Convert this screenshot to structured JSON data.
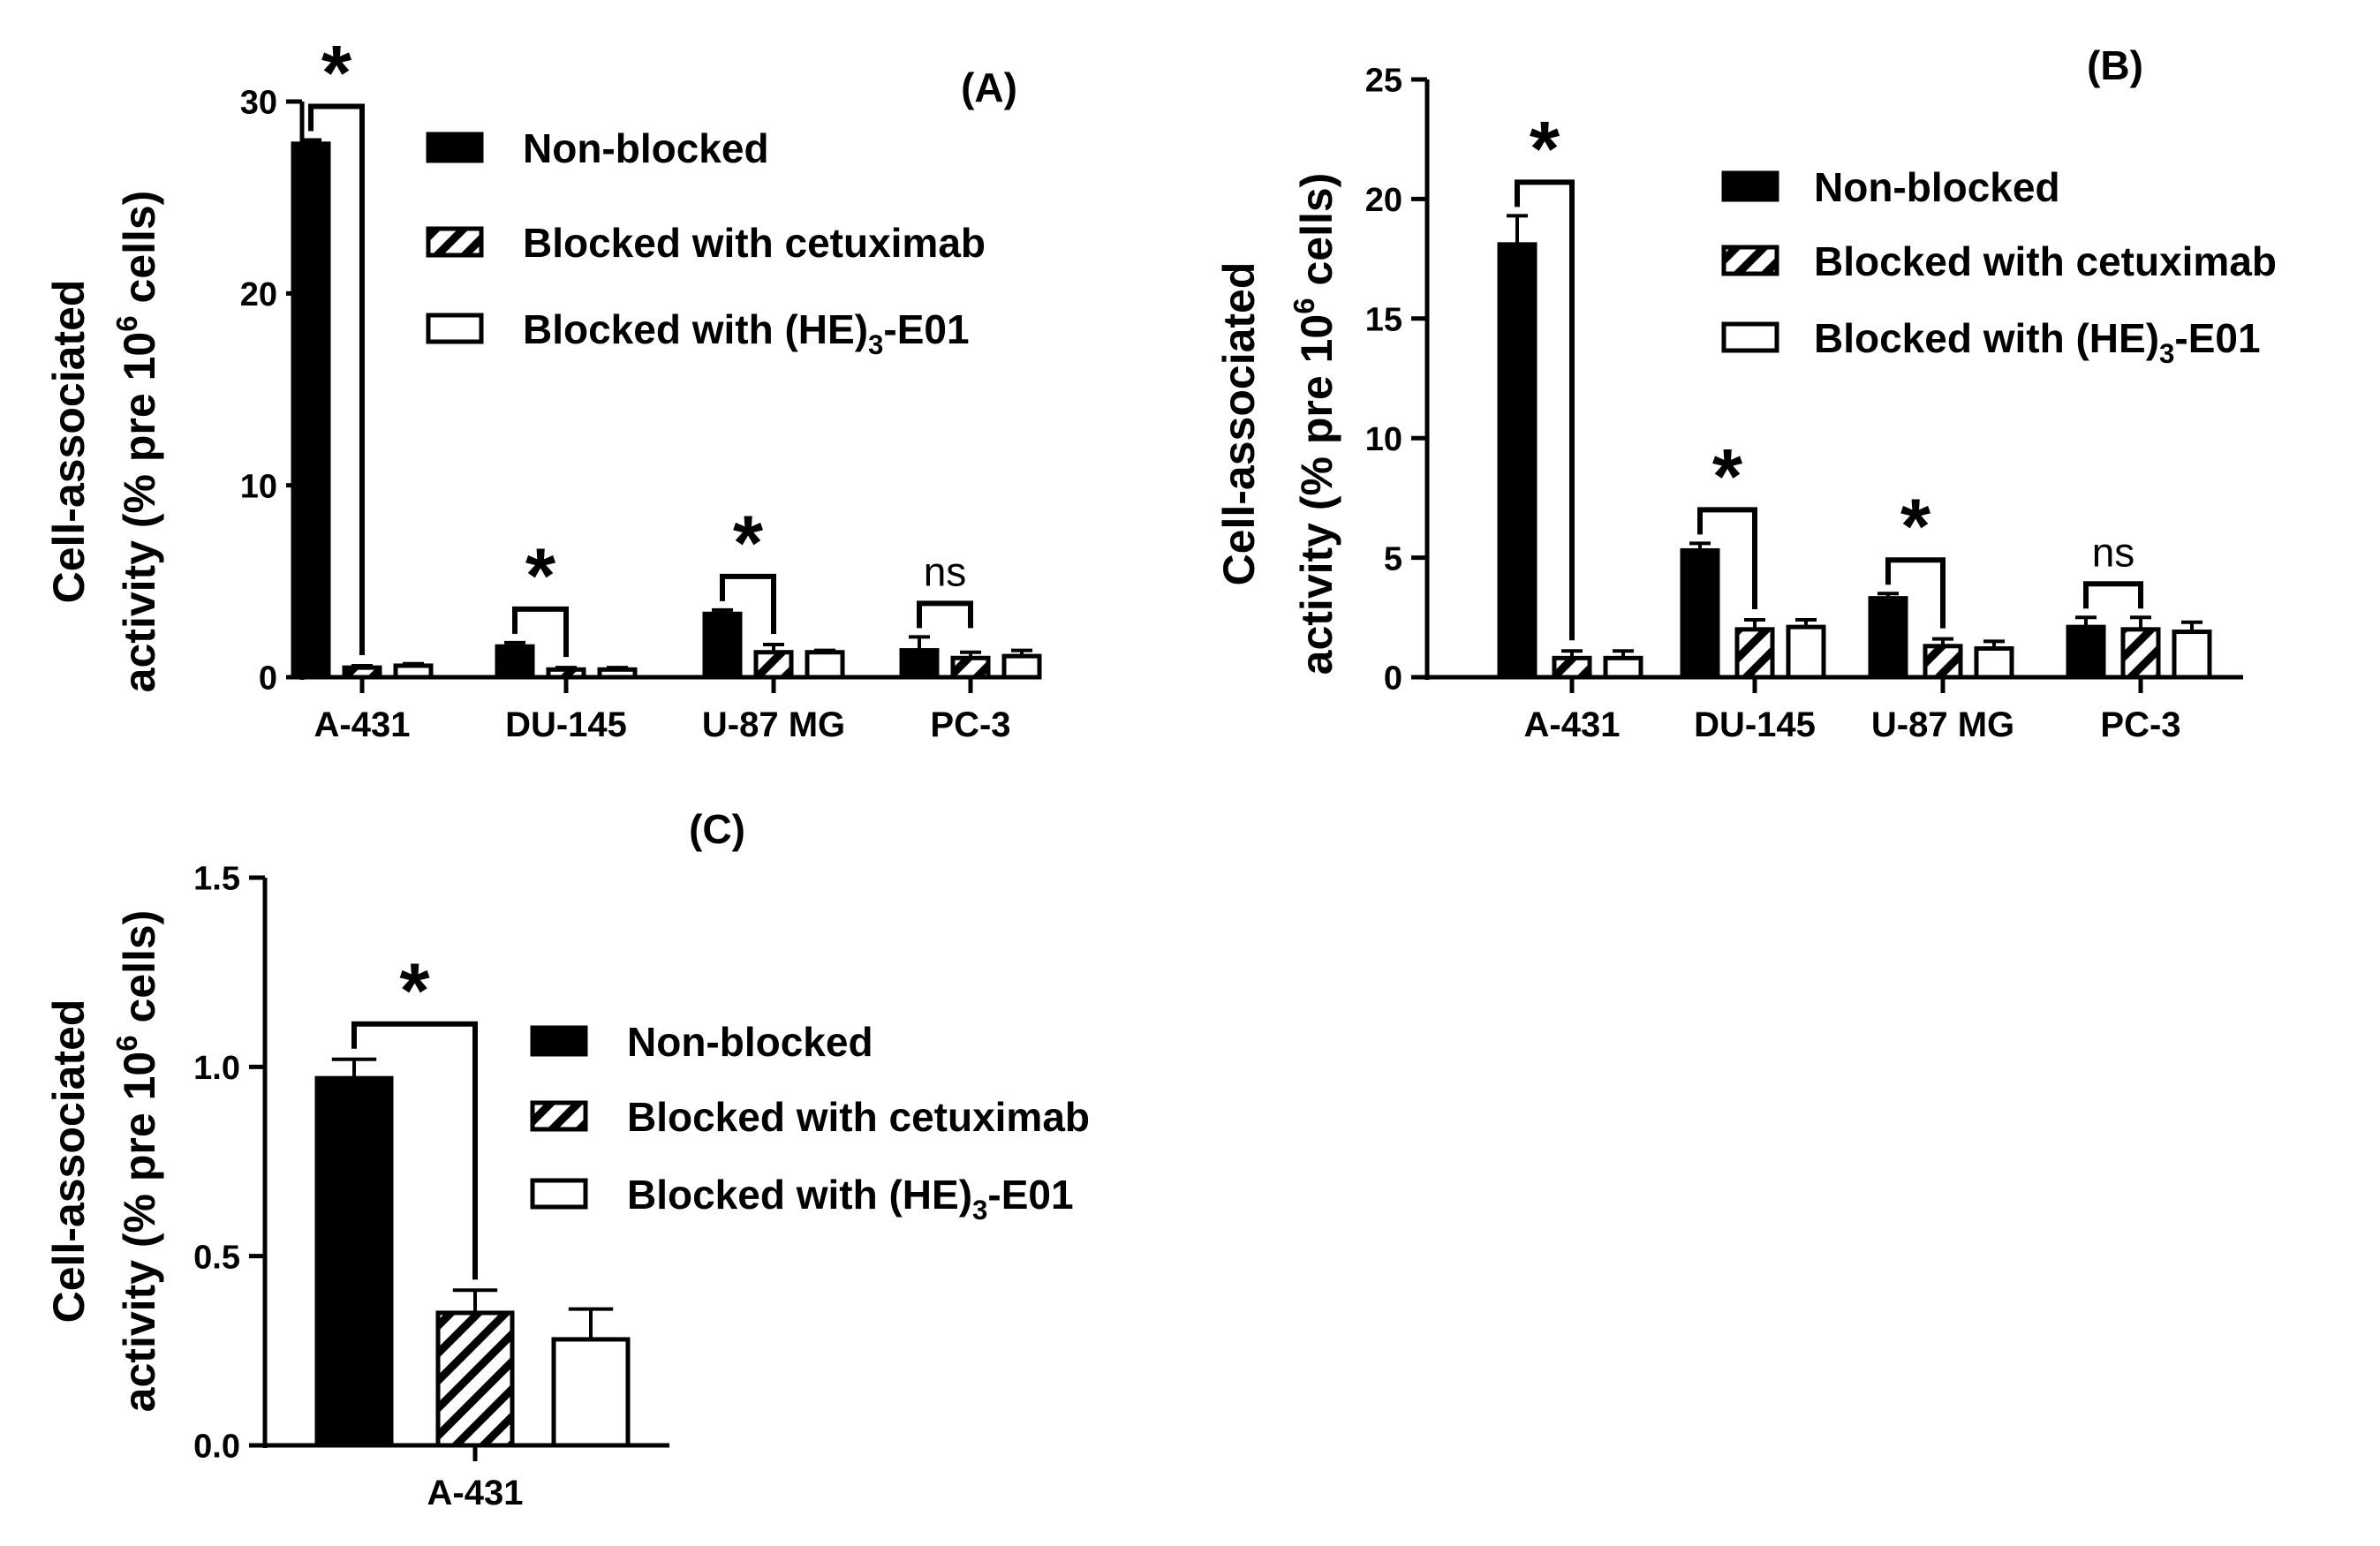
{
  "chart_data": [
    {
      "panel_label": "(A)",
      "type": "bar",
      "ylabel_line1": "Cell-associated",
      "ylabel_line2_pre": "activity (% pre 10",
      "ylabel_line2_sup": "6",
      "ylabel_line2_post": " cells)",
      "ylim": [
        0,
        30
      ],
      "yticks": [
        "0",
        "10",
        "20",
        "30"
      ],
      "ytick_values": [
        0,
        10,
        20,
        30
      ],
      "categories": [
        "A-431",
        "DU-145",
        "U-87 MG",
        "PC-3"
      ],
      "series": [
        {
          "name": "Non-blocked",
          "style": "solid",
          "values": [
            27.8,
            1.6,
            3.3,
            1.4
          ],
          "errors": [
            0.2,
            0.2,
            0.2,
            0.7
          ]
        },
        {
          "name": "Blocked with cetuximab",
          "style": "hatched",
          "values": [
            0.5,
            0.4,
            1.3,
            1.0
          ],
          "errors": [
            0.1,
            0.1,
            0.4,
            0.3
          ]
        },
        {
          "name": "Blocked with (HE)3-E01",
          "style": "open",
          "values": [
            0.6,
            0.4,
            1.3,
            1.1
          ],
          "errors": [
            0.1,
            0.1,
            0.1,
            0.3
          ]
        }
      ],
      "significance": [
        {
          "category": "A-431",
          "label": "*"
        },
        {
          "category": "DU-145",
          "label": "*"
        },
        {
          "category": "U-87 MG",
          "label": "*"
        },
        {
          "category": "PC-3",
          "label": "ns"
        }
      ],
      "legend_placement": "top-right",
      "grid": false
    },
    {
      "panel_label": "(B)",
      "type": "bar",
      "ylabel_line1": "Cell-associated",
      "ylabel_line2_pre": "activity (% pre 10",
      "ylabel_line2_sup": "6",
      "ylabel_line2_post": " cells)",
      "ylim": [
        0,
        25
      ],
      "yticks": [
        "0",
        "5",
        "10",
        "15",
        "20",
        "25"
      ],
      "ytick_values": [
        0,
        5,
        10,
        15,
        20,
        25
      ],
      "categories": [
        "A-431",
        "DU-145",
        "U-87 MG",
        "PC-3"
      ],
      "series": [
        {
          "name": "Non-blocked",
          "style": "solid",
          "values": [
            18.1,
            5.3,
            3.3,
            2.1
          ],
          "errors": [
            1.2,
            0.3,
            0.2,
            0.4
          ]
        },
        {
          "name": "Blocked with cetuximab",
          "style": "hatched",
          "values": [
            0.8,
            2.0,
            1.3,
            2.0
          ],
          "errors": [
            0.3,
            0.4,
            0.3,
            0.5
          ]
        },
        {
          "name": "Blocked with (HE)3-E01",
          "style": "open",
          "values": [
            0.8,
            2.1,
            1.2,
            1.9
          ],
          "errors": [
            0.3,
            0.3,
            0.3,
            0.4
          ]
        }
      ],
      "significance": [
        {
          "category": "A-431",
          "label": "*"
        },
        {
          "category": "DU-145",
          "label": "*"
        },
        {
          "category": "U-87 MG",
          "label": "*"
        },
        {
          "category": "PC-3",
          "label": "ns"
        }
      ],
      "legend_placement": "top-right",
      "grid": false
    },
    {
      "panel_label": "(C)",
      "type": "bar",
      "ylabel_line1": "Cell-associated",
      "ylabel_line2_pre": "activity (% pre 10",
      "ylabel_line2_sup": "6",
      "ylabel_line2_post": " cells)",
      "ylim": [
        0,
        1.5
      ],
      "yticks": [
        "0.0",
        "0.5",
        "1.0",
        "1.5"
      ],
      "ytick_values": [
        0,
        0.5,
        1.0,
        1.5
      ],
      "categories": [
        "A-431"
      ],
      "series": [
        {
          "name": "Non-blocked",
          "style": "solid",
          "values": [
            0.97
          ],
          "errors": [
            0.05
          ]
        },
        {
          "name": "Blocked with cetuximab",
          "style": "hatched",
          "values": [
            0.35
          ],
          "errors": [
            0.06
          ]
        },
        {
          "name": "Blocked with (HE)3-E01",
          "style": "open",
          "values": [
            0.28
          ],
          "errors": [
            0.08
          ]
        }
      ],
      "significance": [
        {
          "category": "A-431",
          "label": "*"
        }
      ],
      "legend_placement": "right",
      "grid": false
    }
  ]
}
